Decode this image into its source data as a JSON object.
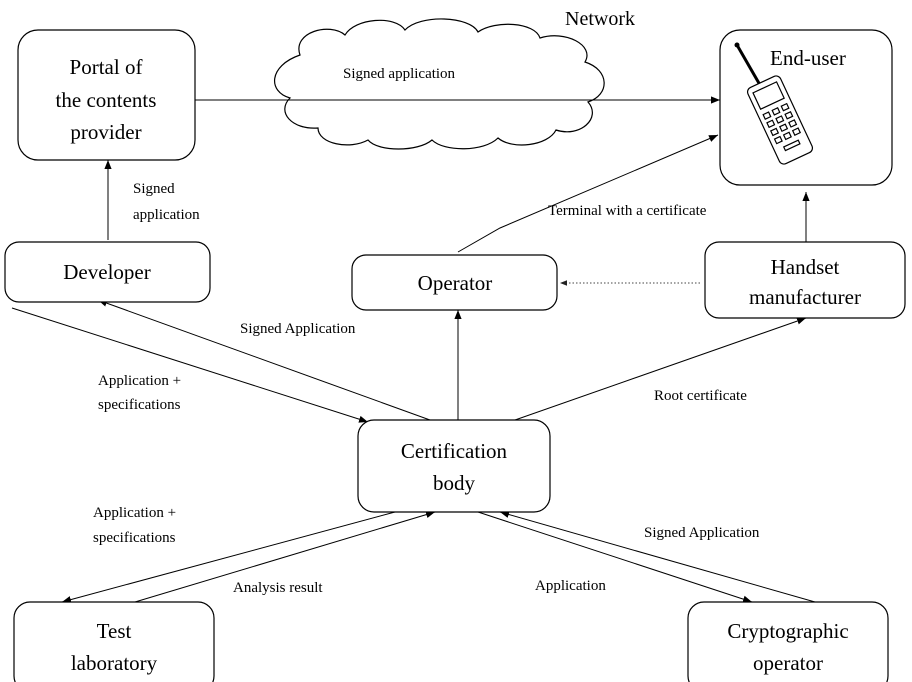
{
  "diagram": {
    "network_label": "Network",
    "nodes": {
      "portal": [
        "Portal of",
        "the contents",
        "provider"
      ],
      "enduser": [
        "End-user"
      ],
      "developer": [
        "Developer"
      ],
      "operator": [
        "Operator"
      ],
      "handset": [
        "Handset",
        "manufacturer"
      ],
      "certbody": [
        "Certification",
        "body"
      ],
      "testlab": [
        "Test",
        "laboratory"
      ],
      "crypto": [
        "Cryptographic",
        "operator"
      ]
    },
    "edges": {
      "portal_enduser": "Signed application",
      "dev_portal": [
        "Signed",
        "application"
      ],
      "operator_enduser": "Terminal with a certificate",
      "cert_dev": "Signed Application",
      "dev_cert": [
        "Application +",
        "specifications"
      ],
      "cert_handset": "Root certificate",
      "cert_test": [
        "Application +",
        "specifications"
      ],
      "test_cert": "Analysis result",
      "cert_crypto": "Application",
      "crypto_cert": "Signed Application"
    },
    "icons": {
      "enduser": "mobile-phone-icon",
      "network": "cloud-icon"
    }
  }
}
